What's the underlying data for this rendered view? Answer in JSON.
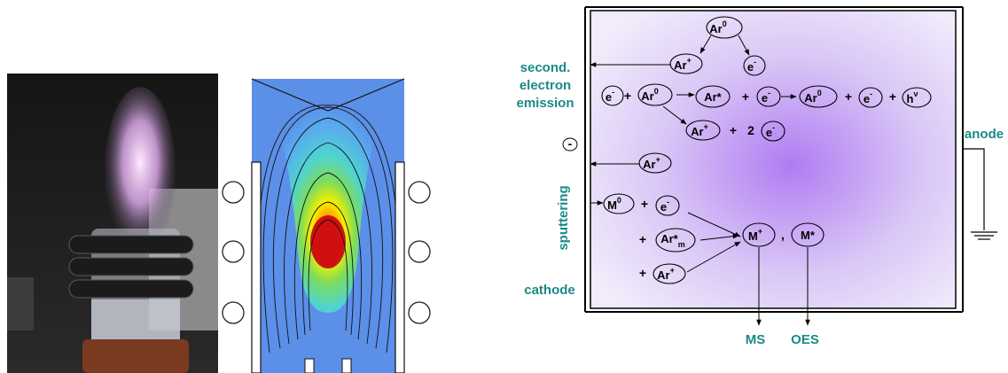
{
  "colors": {
    "label_teal": "#1a8a86",
    "plasma_violet": "#b07cf2",
    "chamber_background": "#e6daf8"
  },
  "diagram": {
    "side_labels": {
      "emission_line1": "second.",
      "emission_line2": "electron",
      "emission_line3": "emission",
      "sputtering": "sputtering",
      "cathode": "cathode",
      "anode": "anode",
      "cathode_sign": "-",
      "ms": "MS",
      "oes": "OES"
    },
    "species": {
      "ar0_top": {
        "base": "Ar",
        "sup": "0"
      },
      "ar_plus_top": {
        "base": "Ar",
        "sup": "+"
      },
      "e_top": {
        "base": "e",
        "sup": "-"
      },
      "e_left": {
        "base": "e",
        "sup": "-"
      },
      "ar0_row": {
        "base": "Ar",
        "sup": "0"
      },
      "ar_star": {
        "base": "Ar*",
        "sup": ""
      },
      "e_row": {
        "base": "e",
        "sup": "-"
      },
      "ar0_right": {
        "base": "Ar",
        "sup": "0"
      },
      "e_right": {
        "base": "e",
        "sup": "-"
      },
      "hv": {
        "base": "h",
        "sup": "ν"
      },
      "ar_plus_mid": {
        "base": "Ar",
        "sup": "+"
      },
      "e_mid": {
        "base": "e",
        "sup": "-"
      },
      "ar_plus_low": {
        "base": "Ar",
        "sup": "+"
      },
      "m0": {
        "base": "M",
        "sup": "0"
      },
      "e_m": {
        "base": "e",
        "sup": "-"
      },
      "ar_star_m": {
        "base": "Ar*",
        "sub": "m"
      },
      "ar_plus_m": {
        "base": "Ar",
        "sup": "+"
      },
      "m_plus": {
        "base": "M",
        "sup": "+"
      },
      "m_star": {
        "base": "M*",
        "sup": ""
      }
    },
    "operators": {
      "plus": "+",
      "two": "2",
      "comma": ","
    }
  }
}
